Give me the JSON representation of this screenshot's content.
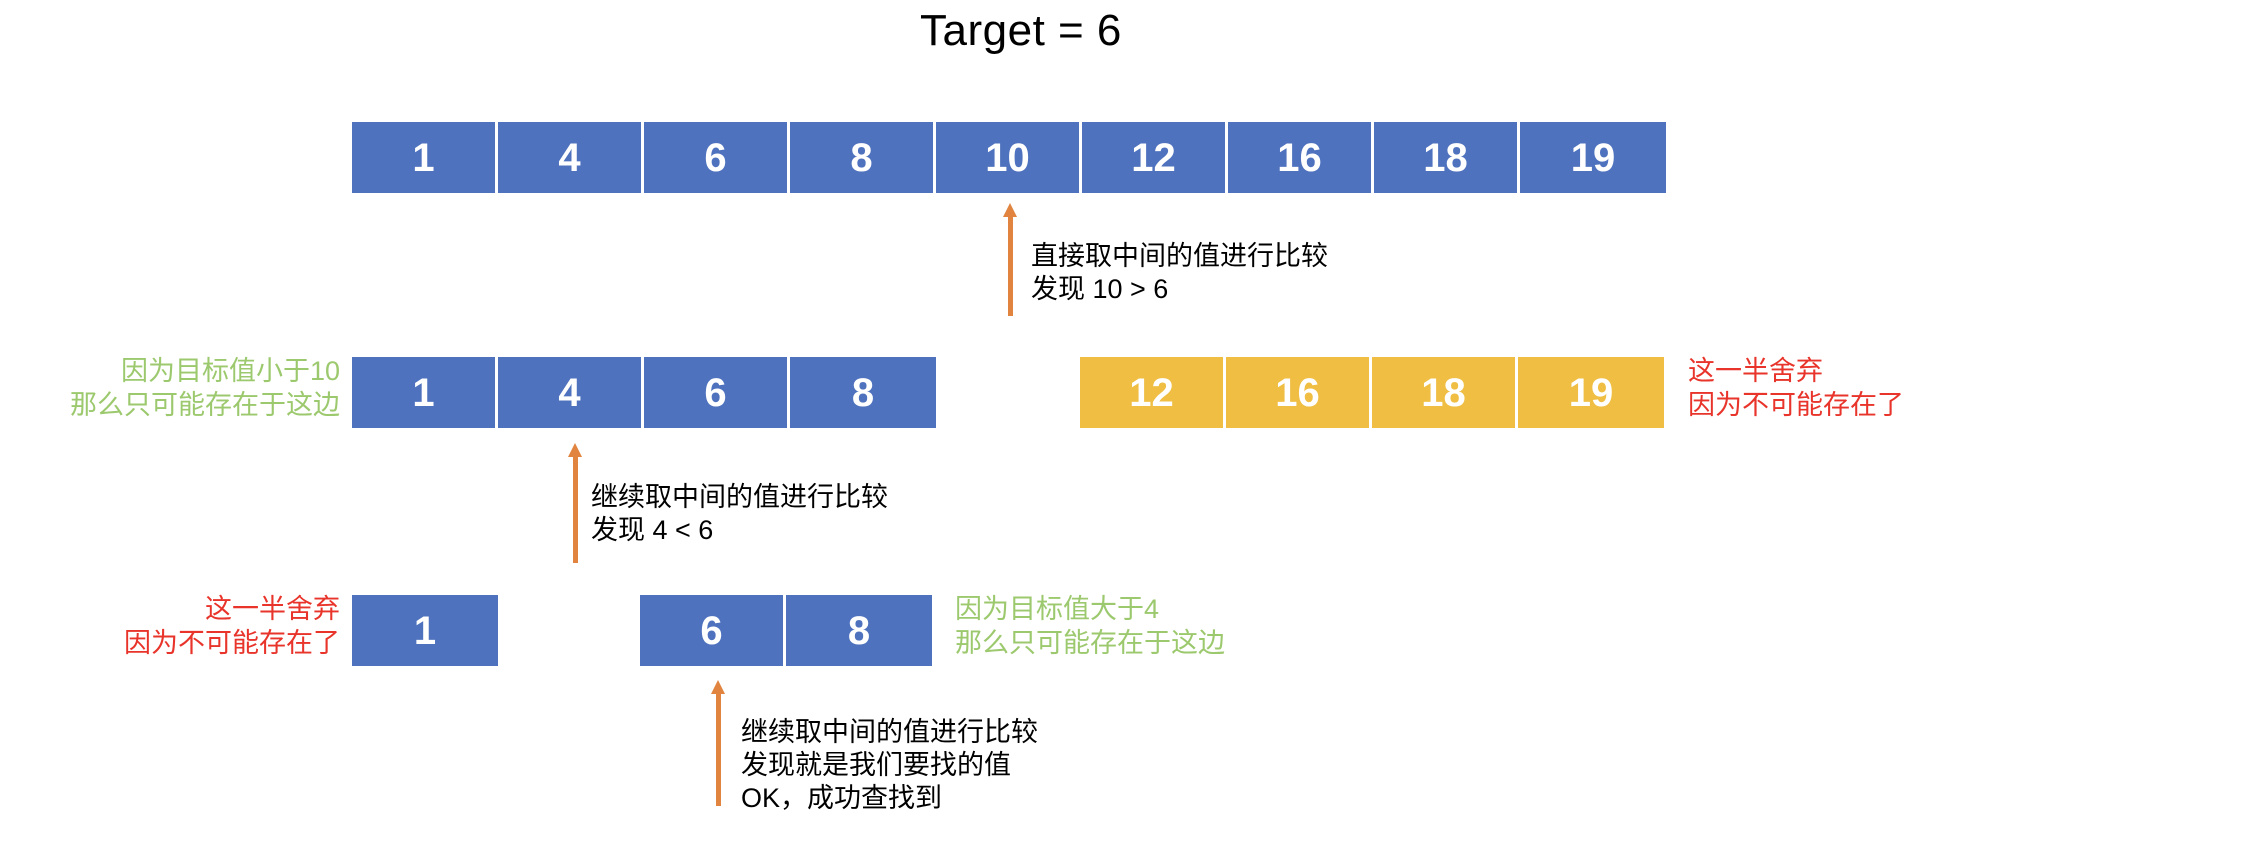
{
  "title": "Target = 6",
  "colors": {
    "active_cell": "#4F72BE",
    "discarded_cell": "#EFBE43",
    "arrow": "#E0843F",
    "keep_note": "#9CC96E",
    "discard_note": "#E8342A",
    "text": "#000000",
    "cell_text": "#FFFFFF"
  },
  "chart_data": {
    "type": "table",
    "title": "Target = 6",
    "rows": [
      {
        "label": "step-1-full-array",
        "values": [
          "1",
          "4",
          "6",
          "8",
          "10",
          "12",
          "16",
          "18",
          "19"
        ],
        "state": "active"
      },
      {
        "label": "step-2-left-half",
        "values": [
          "1",
          "4",
          "6",
          "8"
        ],
        "state": "active"
      },
      {
        "label": "step-2-right-half",
        "values": [
          "12",
          "16",
          "18",
          "19"
        ],
        "state": "discarded"
      },
      {
        "label": "step-3-left-discarded",
        "values": [
          "1"
        ],
        "state": "active"
      },
      {
        "label": "step-3-right-kept",
        "values": [
          "6",
          "8"
        ],
        "state": "active"
      }
    ]
  },
  "rows": {
    "row1": {
      "name": "full-array",
      "values": [
        "1",
        "4",
        "6",
        "8",
        "10",
        "12",
        "16",
        "18",
        "19"
      ]
    },
    "row2_left": {
      "name": "left-half-kept",
      "values": [
        "1",
        "4",
        "6",
        "8"
      ]
    },
    "row2_right": {
      "name": "right-half-discarded",
      "values": [
        "12",
        "16",
        "18",
        "19"
      ]
    },
    "row3_left": {
      "name": "discarded-single",
      "values": [
        "1"
      ]
    },
    "row3_right": {
      "name": "kept-pair",
      "values": [
        "6",
        "8"
      ]
    }
  },
  "annotations": {
    "step1": {
      "line1": "直接取中间的值进行比较",
      "line2": "发现 10 > 6"
    },
    "step2": {
      "line1": "继续取中间的值进行比较",
      "line2": "发现 4 < 6"
    },
    "step3": {
      "line1": "继续取中间的值进行比较",
      "line2": "发现就是我们要找的值",
      "line3": "OK，成功查找到"
    },
    "row2_keep": {
      "line1": "因为目标值小于10",
      "line2": "那么只可能存在于这边"
    },
    "row2_discard": {
      "line1": "这一半舍弃",
      "line2": "因为不可能存在了"
    },
    "row3_discard": {
      "line1": "这一半舍弃",
      "line2": "因为不可能存在了"
    },
    "row3_keep": {
      "line1": "因为目标值大于4",
      "line2": "那么只可能存在于这边"
    }
  }
}
